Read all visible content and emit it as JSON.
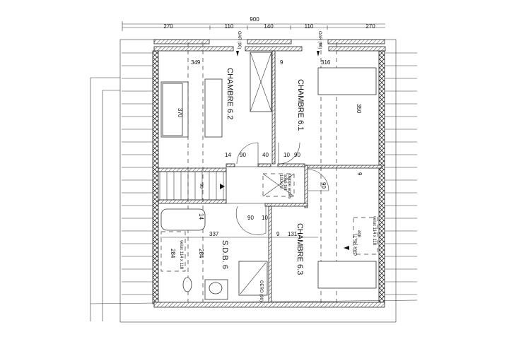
{
  "dimensions": {
    "overall": "900",
    "top": [
      "270",
      "110",
      "140",
      "110",
      "270"
    ],
    "ch62_width": "349",
    "wall_9a": "9",
    "ch61_width": "316",
    "ch62_depth": "370",
    "ch61_depth": "350",
    "door_row_1": [
      "14",
      "90",
      "40",
      "10",
      "90"
    ],
    "stair": "90",
    "landing_door": "90",
    "wall_9b": "9",
    "bath_door": [
      "90",
      "10"
    ],
    "tub": "14",
    "sdb_width": "337",
    "wall_9c": "9",
    "ch63_width": "131",
    "sdb_depth_a": "284",
    "sdb_depth_b": "284",
    "ch63_depth": "408"
  },
  "rooms": {
    "ch62": "CHAMBRE 6.2",
    "ch61": "CHAMBRE 6.1",
    "ch63": "CHAMBRE 6.3",
    "sdb": "S.D.B. 6"
  },
  "annotations": {
    "window_top_left": "OAR (90)",
    "window_top_right": "OAR (90)",
    "window_right": "OAR (45.7)",
    "velux_left": "velux 114 x 118",
    "velux_right": "velux 114 x 118",
    "shower": "OERO (90)",
    "hatch": [
      "trappe accès",
      "sous toit",
      "100x70"
    ]
  }
}
